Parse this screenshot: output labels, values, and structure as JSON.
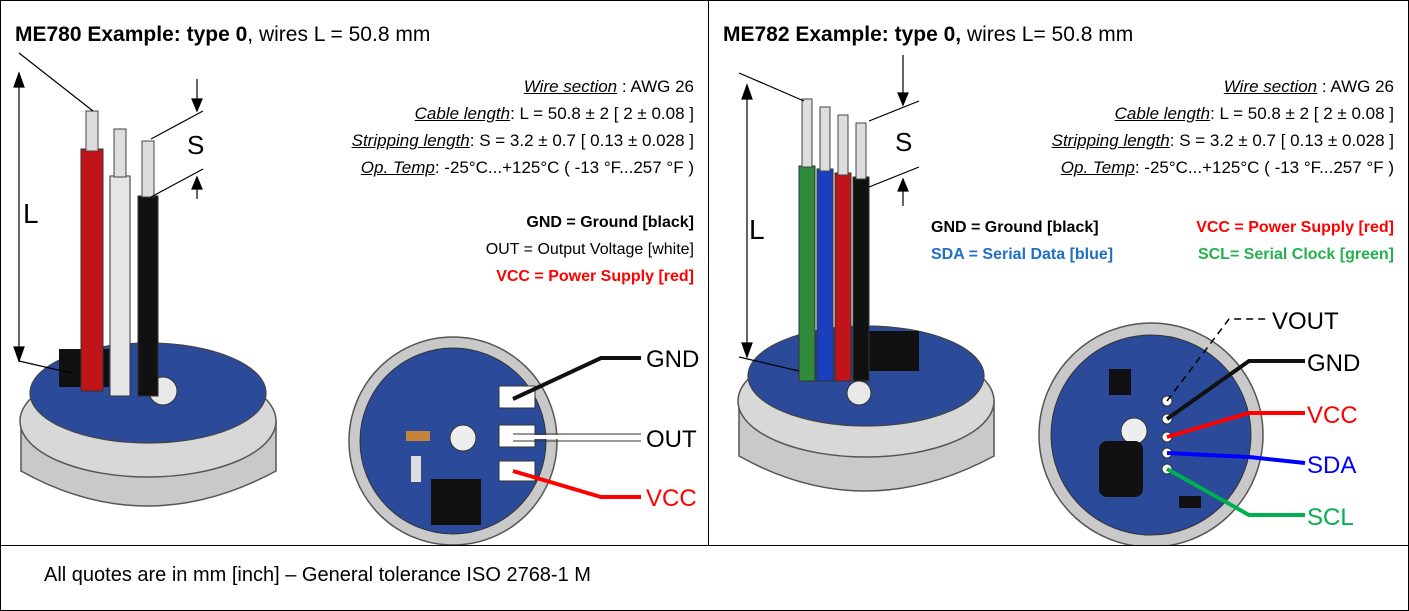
{
  "left_panel": {
    "title_bold": "ME780 Example: type 0",
    "title_rest": ", wires L = 50.8 mm",
    "specs": [
      {
        "label": "Wire section",
        "sep": " : ",
        "value": "AWG 26"
      },
      {
        "label": "Cable length",
        "sep": ": ",
        "value": "L = 50.8 ± 2 [ 2 ± 0.08 ]"
      },
      {
        "label": "Stripping length",
        "sep": ": ",
        "value": "S = 3.2 ± 0.7 [ 0.13 ± 0.028 ]"
      },
      {
        "label": "Op. Temp",
        "sep": ": ",
        "value": "-25°C...+125°C ( -13 °F...257 °F )"
      }
    ],
    "legend": {
      "gnd": "GND = Ground [black]",
      "out": "OUT = Output Voltage [white]",
      "vcc": "VCC = Power Supply [red]"
    },
    "dim_labels": {
      "L": "L",
      "S": "S"
    },
    "pins": {
      "gnd": "GND",
      "out": "OUT",
      "vcc": "VCC"
    }
  },
  "right_panel": {
    "title_bold": "ME782 Example: type 0,",
    "title_rest": " wires L= 50.8 mm",
    "specs": [
      {
        "label": "Wire section",
        "sep": " : ",
        "value": "AWG 26"
      },
      {
        "label": "Cable length",
        "sep": ": ",
        "value": "L = 50.8 ± 2 [ 2 ± 0.08 ]"
      },
      {
        "label": "Stripping length",
        "sep": ": ",
        "value": "S = 3.2 ± 0.7 [ 0.13 ± 0.028 ]"
      },
      {
        "label": "Op. Temp",
        "sep": ": ",
        "value": "-25°C...+125°C ( -13 °F...257 °F )"
      }
    ],
    "legend": {
      "gnd": "GND = Ground [black]",
      "vcc": "VCC = Power Supply [red]",
      "sda": "SDA = Serial Data [blue]",
      "scl": "SCL= Serial Clock [green]"
    },
    "dim_labels": {
      "L": "L",
      "S": "S"
    },
    "pins": {
      "vout": "VOUT",
      "gnd": "GND",
      "vcc": "VCC",
      "sda": "SDA",
      "scl": "SCL"
    }
  },
  "footer": "All quotes are in mm [inch] – General tolerance ISO 2768-1 M",
  "colors": {
    "board": "#2b4a9a",
    "housing": "#c9c9c9",
    "wire_black": "#111111",
    "wire_red": "#c0141a",
    "wire_white": "#e6e6e6",
    "wire_blue": "#1a3fbf",
    "wire_green": "#2f8a3a",
    "pin_red": "#ff0000",
    "pin_blue": "#0000ff",
    "pin_green": "#00b050"
  }
}
